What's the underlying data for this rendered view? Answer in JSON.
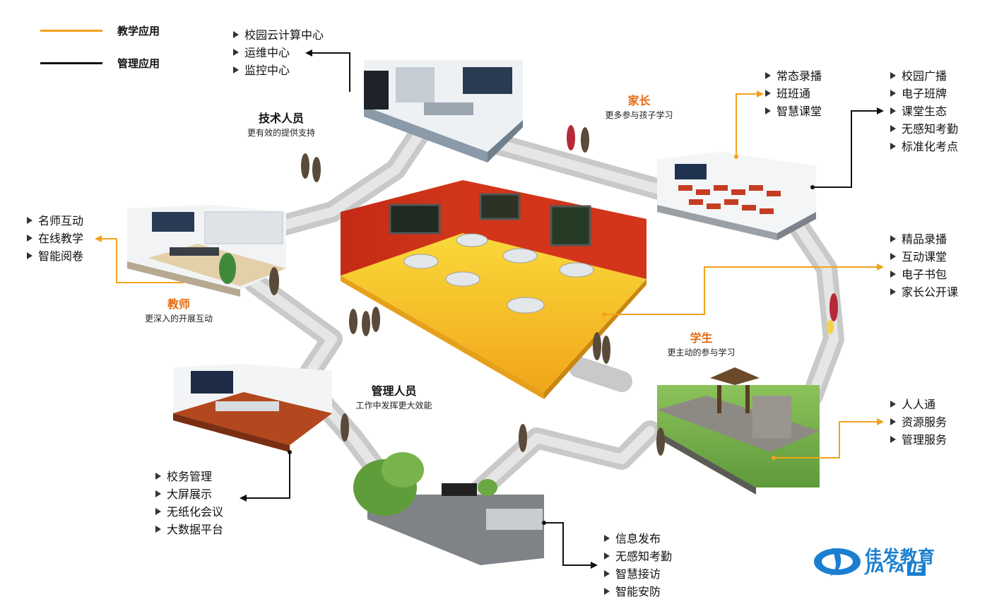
{
  "legend": {
    "teaching": {
      "label": "教学应用",
      "color": "#f3a21b"
    },
    "management": {
      "label": "管理应用",
      "color": "#111111"
    }
  },
  "roles": {
    "tech": {
      "title": "技术人员",
      "subtitle": "更有效的提供支持"
    },
    "parent": {
      "title": "家长",
      "subtitle": "更多参与孩子学习"
    },
    "teacher": {
      "title": "教师",
      "subtitle": "更深入的开展互动"
    },
    "student": {
      "title": "学生",
      "subtitle": "更主动的参与学习"
    },
    "admin": {
      "title": "管理人员",
      "subtitle": "工作中发挥更大效能"
    }
  },
  "lists": {
    "datacenter": [
      "校园云计算中心",
      "运维中心",
      "监控中心"
    ],
    "classroom_teach": [
      "常态录播",
      "班班通",
      "智慧课堂"
    ],
    "classroom_manage": [
      "校园广播",
      "电子班牌",
      "课堂生态",
      "无感知考勤",
      "标准化考点"
    ],
    "teacher_office": [
      "名师互动",
      "在线教学",
      "智能阅卷"
    ],
    "student_apps": [
      "精品录播",
      "互动课堂",
      "电子书包",
      "家长公开课"
    ],
    "campus_services": [
      "人人通",
      "资源服务",
      "管理服务"
    ],
    "admin_apps": [
      "校务管理",
      "大屏展示",
      "无纸化会议",
      "大数据平台"
    ],
    "gate_apps": [
      "信息发布",
      "无感知考勤",
      "智慧接访",
      "智能安防"
    ]
  },
  "logo": {
    "cn": "佳发教育",
    "en": "JIA FA",
    "badge": "IE"
  },
  "colors": {
    "orange_text": "#e36b12",
    "accent_blue": "#1a7fd0",
    "classroom_red": "#d8321b",
    "floor_yellow": "#f7c21c"
  }
}
